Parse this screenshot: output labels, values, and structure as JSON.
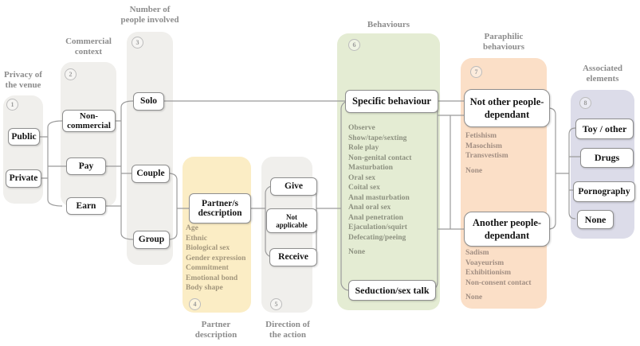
{
  "diagram_title": "Sexual behaviour classification flowchart",
  "colors": {
    "panel_gray": "#f0efec",
    "panel_yellow": "#fbedc5",
    "panel_green": "#e4ecd3",
    "panel_peach": "#fbdfc7",
    "panel_lavender": "#dcdce9",
    "wire": "#9b9b9b",
    "title_text": "#8c8c8c",
    "box_text": "#141414"
  },
  "col1": {
    "num": "1",
    "title_l1": "Privacy of",
    "title_l2": "the venue",
    "public": "Public",
    "private": "Private"
  },
  "col2": {
    "num": "2",
    "title_l1": "Commercial",
    "title_l2": "context",
    "noncommercial_l1": "Non-",
    "noncommercial_l2": "commercial",
    "pay": "Pay",
    "earn": "Earn"
  },
  "col3": {
    "num": "3",
    "title_l1": "Number of",
    "title_l2": "people involved",
    "solo": "Solo",
    "couple": "Couple",
    "group": "Group"
  },
  "col4": {
    "num": "4",
    "label_l1": "Partner",
    "label_l2": "description",
    "box_l1": "Partner/s",
    "box_l2": "description",
    "items": [
      "Age",
      "Ethnic",
      "Biological sex",
      "Gender expression",
      "Commitment",
      "Emotional bond",
      "Body shape"
    ]
  },
  "col5": {
    "num": "5",
    "label_l1": "Direction of",
    "label_l2": "the action",
    "give": "Give",
    "na_l1": "Not",
    "na_l2": "applicable",
    "receive": "Receive"
  },
  "col6": {
    "num": "6",
    "title": "Behaviours",
    "specific": "Specific behaviour",
    "seduction": "Seduction/sex talk",
    "items": [
      "Observe",
      "Show/tape/sexting",
      "Role play",
      "Non-genital contact",
      "Masturbation",
      "Oral sex",
      "Coital sex",
      "Anal masturbation",
      "Anal oral sex",
      "Anal penetration",
      "Ejaculation/squirt",
      "Defecating/peeing"
    ],
    "none": "None"
  },
  "col7": {
    "num": "7",
    "title_l1": "Paraphilic",
    "title_l2": "behaviours",
    "box1_l1": "Not other people-",
    "box1_l2": "dependant",
    "box2_l1": "Another people-",
    "box2_l2": "dependant",
    "list1": [
      "Fetishism",
      "Masochism",
      "Transvestism"
    ],
    "none1": "None",
    "list2": [
      "Sadism",
      "Voayeurism",
      "Exhibitionism",
      "Non-consent contact"
    ],
    "none2": "None"
  },
  "col8": {
    "num": "8",
    "title_l1": "Associated",
    "title_l2": "elements",
    "toy": "Toy / other",
    "drugs": "Drugs",
    "pornography": "Pornography",
    "none": "None"
  }
}
